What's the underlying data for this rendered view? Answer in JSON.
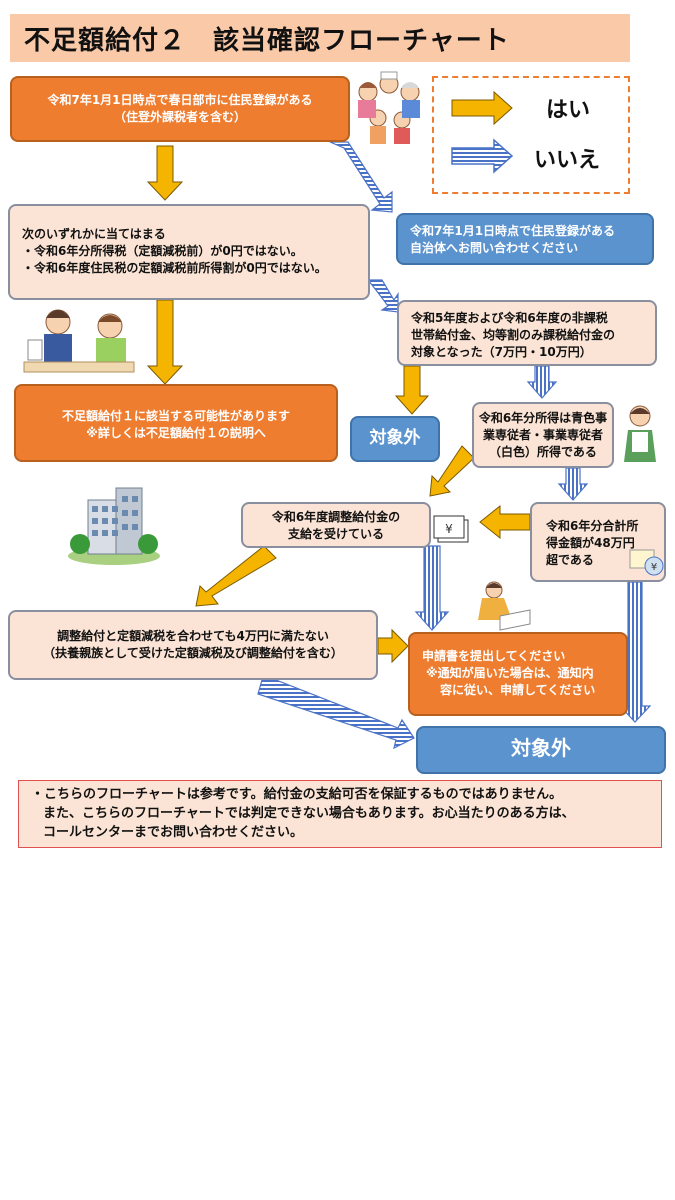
{
  "title": "不足額給付２　該当確認フローチャート",
  "legend": {
    "yes": "はい",
    "no": "いいえ"
  },
  "nodes": {
    "resident": {
      "line1": "令和7年1月1日時点で春日部市に住民登録がある",
      "line2": "（住登外課税者を含む）"
    },
    "contact_municipality": {
      "line1": "令和7年1月1日時点で住民登録がある",
      "line2": "自治体へお問い合わせください"
    },
    "condition": {
      "line1": "次のいずれかに当てはまる",
      "line2": "・令和6年分所得税（定額減税前）が0円ではない。",
      "line3": "・令和6年度住民税の定額減税前所得割が0円ではない。"
    },
    "non_taxable": {
      "line1": "令和5年度および令和6年度の非課税",
      "line2": "世帯給付金、均等割のみ課税給付金の",
      "line3": "対象となった（7万円・10万円）"
    },
    "possible_type1": {
      "line1": "不足額給付１に該当する可能性があります",
      "line2": "※詳しくは不足額給付１の説明へ"
    },
    "not_eligible_small": "対象外",
    "blue_income": {
      "line1": "令和6年分所得は青色事",
      "line2": "業専従者・事業専従者",
      "line3": "（白色）所得である"
    },
    "adjustment_received": {
      "line1": "令和6年度調整給付金の",
      "line2": "支給を受けている"
    },
    "total_income": {
      "line1": "令和6年分合計所",
      "line2": "得金額が48万円",
      "line3": "超である"
    },
    "under_40k": {
      "line1": "調整給付と定額減税を合わせても4万円に満たない",
      "line2": "（扶養親族として受けた定額減税及び調整給付を含む）"
    },
    "submit": {
      "line1": "申請書を提出してください",
      "line2": "※通知が届いた場合は、通知内",
      "line3": "容に従い、申請してください"
    },
    "not_eligible_large": "対象外"
  },
  "note": {
    "line1": "・こちらのフローチャートは参考です。給付金の支給可否を保証するものではありません。",
    "line2": "また、こちらのフローチャートでは判定できない場合もあります。お心当たりのある方は、",
    "line3": "コールセンターまでお問い合わせください。"
  },
  "colors": {
    "yes_arrow": "#f5b400",
    "no_arrow": "#4a73c8",
    "orange": "#ee7d30",
    "blue": "#5b93cf",
    "pale": "#fbe4d5"
  },
  "icons": [
    "family-illustration",
    "consultation-illustration",
    "building-illustration",
    "woman-illustration",
    "money-icon",
    "person-writing-illustration",
    "certificate-icon"
  ]
}
